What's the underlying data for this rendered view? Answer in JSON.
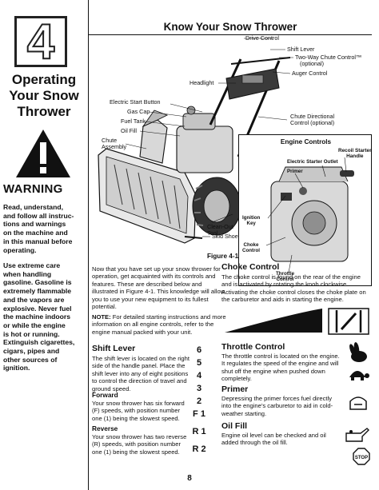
{
  "sidebar": {
    "chapter_number": "4",
    "title_lines": [
      "Operating",
      "Your Snow",
      "Thrower"
    ],
    "warning_heading": "WARNING",
    "warning_text_1": [
      "Read, understand,",
      "and follow all instruc-",
      "tions and warnings",
      "on the machine and",
      "in this manual before",
      "operating."
    ],
    "warning_text_2": [
      "Use extreme care",
      "when handling",
      "gasoline. Gasoline is",
      "extremely flammable",
      "and the vapors are",
      "explosive. Never fuel",
      "the machine indoors",
      "or while the engine",
      "is hot or running.",
      "Extinguish cigarettes,",
      "cigars, pipes and",
      "other sources of",
      "ignition."
    ]
  },
  "header": {
    "title": "Know Your Snow Thrower"
  },
  "figure": {
    "callouts": {
      "drive_control": "Drive Control",
      "shift_lever": "Shift Lever",
      "two_way_chute": "Two-Way Chute Control™",
      "two_way_optional": "(optional)",
      "auger_control": "Auger Control",
      "headlight": "Headlight",
      "electric_start": "Electric Start Button",
      "gas_cap": "Gas Cap",
      "fuel_tank": "Fuel Tank",
      "oil_fill": "Oil Fill",
      "chute_assembly_1": "Chute",
      "chute_assembly_2": "Assembly",
      "chute_directional_1": "Chute Directional",
      "chute_directional_2": "Control (optional)",
      "clean_out_1": "Clean-Out",
      "clean_out_2": "Tool",
      "skid_shoe": "Skid Shoe"
    },
    "engine_box": {
      "title": "Engine Controls",
      "recoil_1": "Recoil Starter",
      "recoil_2": "Handle",
      "electric_outlet": "Electric Starter Outlet",
      "primer": "Primer",
      "ignition_1": "Ignition",
      "ignition_2": "Key",
      "choke_1": "Choke",
      "choke_2": "Control",
      "throttle_1": "Throttle",
      "throttle_2": "Control"
    },
    "caption": "Figure 4-1"
  },
  "left_col": {
    "intro": "Now that you have set up your snow thrower for operation, get acquainted with its controls and features. These are described below and illustrated in Figure 4-1. This knowledge will allow you to use your new equipment to its fullest potential.",
    "note_label": "NOTE:",
    "note": " For detailed starting instructions and more information on all engine controls, refer to the engine manual packed with your unit.",
    "shift_heading": "Shift Lever",
    "shift_text": "The shift lever is located on the right side of the handle panel. Place the shift lever into any of eight positions to control the direction of travel and ground speed.",
    "forward_heading": "Forward",
    "forward_text": "Your snow thrower has six forward (F) speeds, with position number one (1) being the slowest speed.",
    "reverse_heading": "Reverse",
    "reverse_text": "Your snow thrower has two reverse (R) speeds, with position number one (1) being the slowest speed."
  },
  "right_col": {
    "choke_heading": "Choke Control",
    "choke_text": "The choke control is found on the rear of the engine and is activated by rotating the knob clockwise. Activating the choke control closes the choke plate on the carburetor and aids in starting the engine.",
    "throttle_heading": "Throttle Control",
    "throttle_text": "The throttle control is located on the engine. It regulates the speed of the engine and will shut off the engine when pushed down completely.",
    "primer_heading": "Primer",
    "primer_text": "Depressing the primer forces fuel directly into the engine’s carburetor to aid in cold-weather starting.",
    "oil_heading": "Oil Fill",
    "oil_text": "Engine oil level can be checked and oil added through the oil fill.",
    "stop_label": "STOP"
  },
  "shift_positions": [
    "6",
    "5",
    "4",
    "3",
    "2",
    "F 1",
    "R 1",
    "R 2"
  ],
  "page_number": "8"
}
